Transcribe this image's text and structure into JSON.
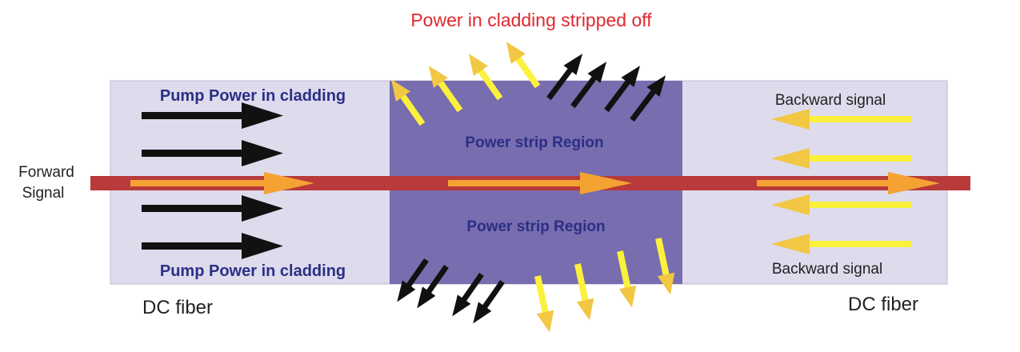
{
  "title": "Power in cladding stripped off",
  "labels": {
    "pump_top": "Pump Power in cladding",
    "pump_bottom": "Pump Power in cladding",
    "strip_top": "Power strip Region",
    "strip_bottom": "Power strip Region",
    "backward_top": "Backward signal",
    "backward_bottom": "Backward signal",
    "forward_line1": "Forward",
    "forward_line2": "Signal",
    "dc_left": "DC fiber",
    "dc_right": "DC fiber"
  },
  "colors": {
    "title": "#e0282f",
    "label_blue": "#2b2f86",
    "cladding": "#dddbec",
    "strip_region": "#786daf",
    "core": "#b83a3a",
    "forward_arrow": "#f4a232",
    "backward_arrow": "#f2c744",
    "yellow_arrow": "#fbf13c",
    "black_arrow": "#111111"
  }
}
